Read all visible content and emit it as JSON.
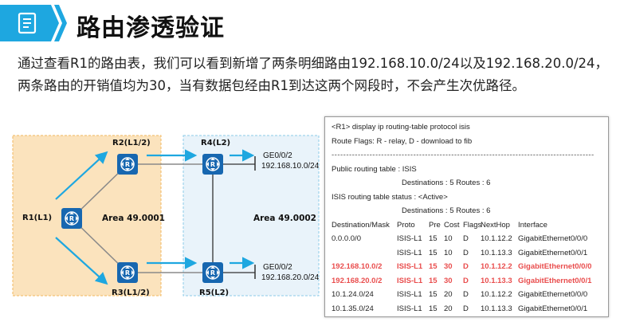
{
  "header": {
    "title": "路由渗透验证",
    "icon": "document-icon",
    "icon_color": "#1ea7e0"
  },
  "intro": {
    "text": "通过查看R1的路由表，我们可以看到新增了两条明细路由192.168.10.0/24以及192.168.20.0/24，两条路由的开销值均为30，当有数据包经由R1到达这两个网段时，不会产生次优路径。"
  },
  "diagram": {
    "routers": {
      "r1": "R1(L1)",
      "r2": "R2(L1/2)",
      "r3": "R3(L1/2)",
      "r4": "R4(L2)",
      "r5": "R5(L2)"
    },
    "areas": {
      "left": "Area 49.0001",
      "right": "Area 49.0002"
    },
    "interfaces": {
      "r4_if": "GE0/0/2",
      "r4_net": "192.168.10.0/24",
      "r5_if": "GE0/0/2",
      "r5_net": "192.168.20.0/24"
    },
    "colors": {
      "area_left": "#fbe3bd",
      "area_right": "#e9f3fa",
      "router": "#1767b0",
      "arrow": "#1ea7e0"
    }
  },
  "terminal": {
    "command": "<R1> display ip routing-table protocol isis",
    "flags": "Route Flags: R - relay, D - download to fib",
    "divider": "------------------------------------------------------------------------------------------",
    "public_table": "Public routing table : ISIS",
    "public_counts": "Destinations : 5 Routes : 6",
    "status": "ISIS routing table status : <Active>",
    "status_counts": "Destinations : 5 Routes : 6",
    "headers": [
      "Destination/Mask",
      "Proto",
      "Pre",
      "Cost",
      "Flags",
      "NextHop",
      "Interface"
    ],
    "rows": [
      {
        "dest": "0.0.0.0/0",
        "proto": "ISIS-L1",
        "pre": "15",
        "cost": "10",
        "flags": "D",
        "nexthop": "10.1.12.2",
        "iface": "GigabitEthernet0/0/0"
      },
      {
        "dest": "",
        "proto": "ISIS-L1",
        "pre": "15",
        "cost": "10",
        "flags": "D",
        "nexthop": "10.1.13.3",
        "iface": "GigabitEthernet0/0/1"
      },
      {
        "dest": "192.168.10.0/2",
        "proto": "ISIS-L1",
        "pre": "15",
        "cost": "30",
        "flags": "D",
        "nexthop": "10.1.12.2",
        "iface": "GigabitEthernet0/0/0"
      },
      {
        "dest": "192.168.20.0/2",
        "proto": "ISIS-L1",
        "pre": "15",
        "cost": "30",
        "flags": "D",
        "nexthop": "10.1.13.3",
        "iface": "GigabitEthernet0/0/1"
      },
      {
        "dest": "10.1.24.0/24",
        "proto": "ISIS-L1",
        "pre": "15",
        "cost": "20",
        "flags": "D",
        "nexthop": "10.1.12.2",
        "iface": "GigabitEthernet0/0/0"
      },
      {
        "dest": "10.1.35.0/24",
        "proto": "ISIS-L1",
        "pre": "15",
        "cost": "20",
        "flags": "D",
        "nexthop": "10.1.13.3",
        "iface": "GigabitEthernet0/0/1"
      }
    ],
    "highlight_color": "#e94d4d"
  }
}
